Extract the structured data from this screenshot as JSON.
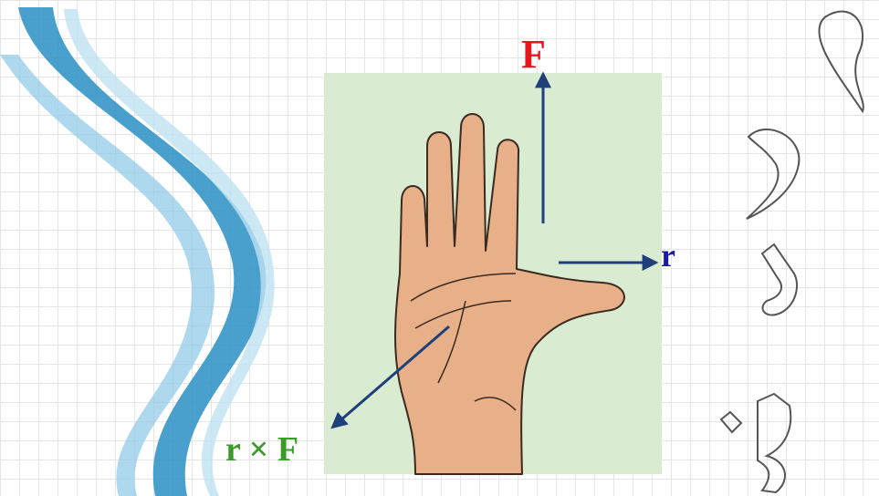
{
  "labels": {
    "force": "F",
    "position": "r",
    "cross_product": "r × F"
  },
  "colors": {
    "force_label": "#e8141e",
    "position_label": "#1a1aa6",
    "cross_product_label": "#3a9a2a",
    "arrow": "#1f3f7a",
    "panel": "#d9ecd2",
    "skin": "#e7b089",
    "ribbon": "#2a8fc4"
  },
  "icons": {
    "hand": "right-hand-palm",
    "ribbon": "decorative-wave-ribbon",
    "script": "decorative-calligraphy"
  }
}
